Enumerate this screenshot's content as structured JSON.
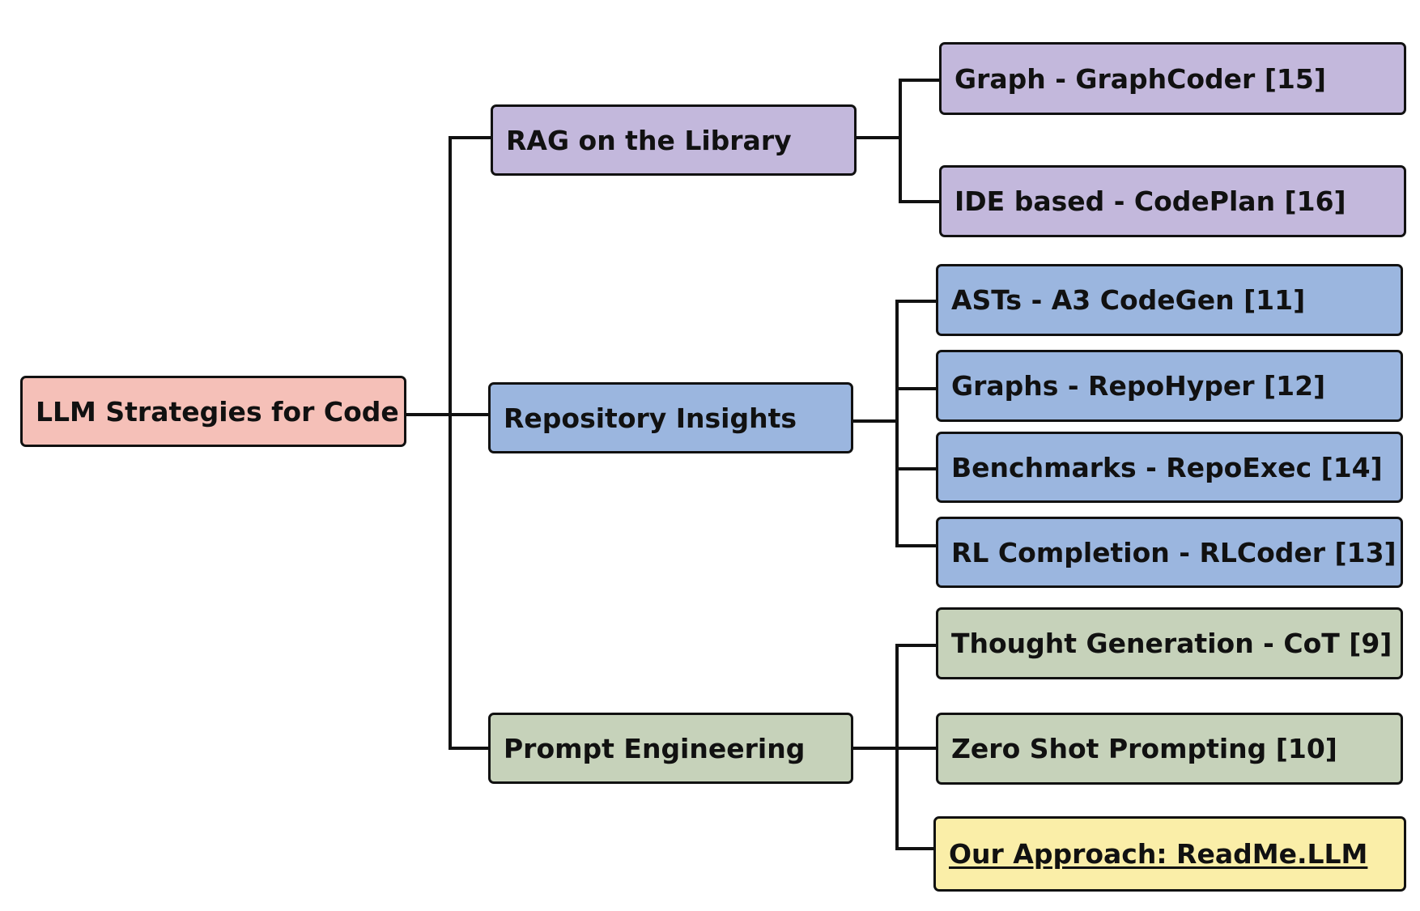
{
  "colors": {
    "root": "#F5C0B8",
    "rag": "#C3B8DC",
    "repo": "#9BB6DF",
    "prompt": "#C6D2BA",
    "approach": "#FAEEA8",
    "line": "#111111"
  },
  "root": {
    "label": "LLM Strategies for Code"
  },
  "categories": [
    {
      "label": "RAG on the Library",
      "children": [
        {
          "label": "Graph - GraphCoder [15]"
        },
        {
          "label": "IDE based - CodePlan [16]"
        }
      ]
    },
    {
      "label": "Repository Insights",
      "children": [
        {
          "label": "ASTs - A3 CodeGen [11]"
        },
        {
          "label": "Graphs - RepoHyper [12]"
        },
        {
          "label": "Benchmarks - RepoExec [14]"
        },
        {
          "label": "RL Completion - RLCoder [13]"
        }
      ]
    },
    {
      "label": "Prompt Engineering",
      "children": [
        {
          "label": "Thought Generation - CoT [9]"
        },
        {
          "label": "Zero Shot Prompting [10]"
        },
        {
          "label": "Our Approach: ReadMe.LLM"
        }
      ]
    }
  ]
}
